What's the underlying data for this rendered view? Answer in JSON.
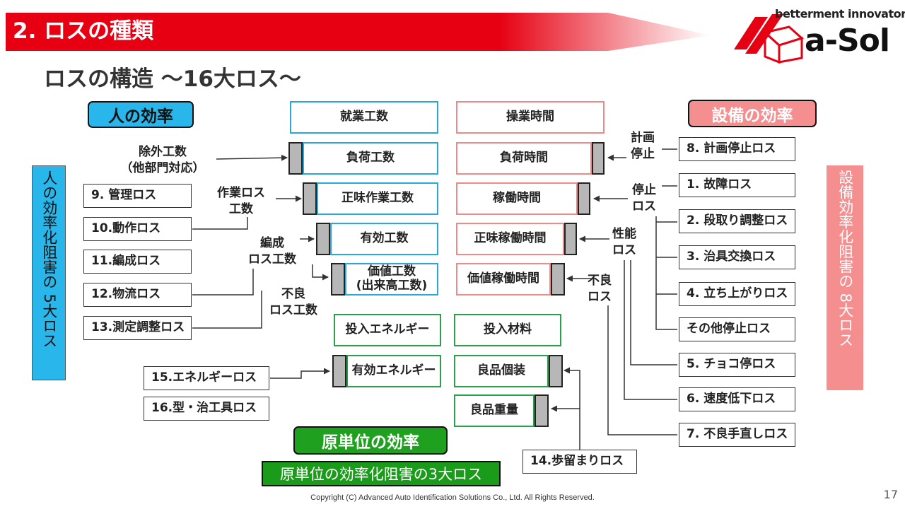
{
  "header": {
    "section_title": "2. ロスの種類",
    "page_title": "ロスの構造 ～16大ロス～",
    "logo_tagline": "betterment innovator",
    "logo_name": "a-Sol"
  },
  "categories": {
    "human": "人の効率",
    "equipment": "設備の効率",
    "unit": "原単位の効率",
    "human_side": "人の効率化阻害の 5大ロス",
    "equipment_side": "設備効率化阻害の 8大ロス",
    "unit_sub": "原単位の効率化阻害の3大ロス"
  },
  "human_chain": [
    "就業工数",
    "負荷工数",
    "正味作業工数",
    "有効工数",
    "価値工数",
    "(出来高工数)"
  ],
  "equipment_chain": [
    "操業時間",
    "負荷時間",
    "稼働時間",
    "正味稼働時間",
    "価値稼働時間"
  ],
  "unit_chain": [
    "投入エネルギー",
    "有効エネルギー",
    "投入材料",
    "良品個装",
    "良品重量"
  ],
  "human_labels": {
    "exclusion_1": "除外工数",
    "exclusion_2": "（他部門対応）",
    "work_loss_1": "作業ロス",
    "work_loss_2": "工数",
    "org_loss_1": "編成",
    "org_loss_2": "ロス工数",
    "defect_loss_1": "不良",
    "defect_loss_2": "ロス工数"
  },
  "equipment_labels": {
    "plan_1": "計画",
    "plan_2": "停止",
    "stop_1": "停止",
    "stop_2": "ロス",
    "perf_1": "性能",
    "perf_2": "ロス",
    "defect_1": "不良",
    "defect_2": "ロス"
  },
  "human_losses": [
    "9. 管理ロス",
    "10.動作ロス",
    "11.編成ロス",
    "12.物流ロス",
    "13.測定調整ロス"
  ],
  "equipment_losses": [
    "8. 計画停止ロス",
    "1. 故障ロス",
    "2. 段取り調整ロス",
    "3. 治具交換ロス",
    "4. 立ち上がりロス",
    "その他停止ロス",
    "5. チョコ停ロス",
    "6. 速度低下ロス",
    "7. 不良手直しロス"
  ],
  "unit_losses": [
    "15.エネルギーロス",
    "16.型・治工具ロス",
    "14.歩留まりロス"
  ],
  "colors": {
    "banner_red": "#e60012",
    "human_blue": "#29a7df",
    "equip_pink": "#f08080",
    "unit_green": "#1a9b1a"
  },
  "footer": {
    "copyright": "Copyright (C) Advanced Auto Identification Solutions Co., Ltd. All Rights Reserved.",
    "page_number": "17"
  }
}
